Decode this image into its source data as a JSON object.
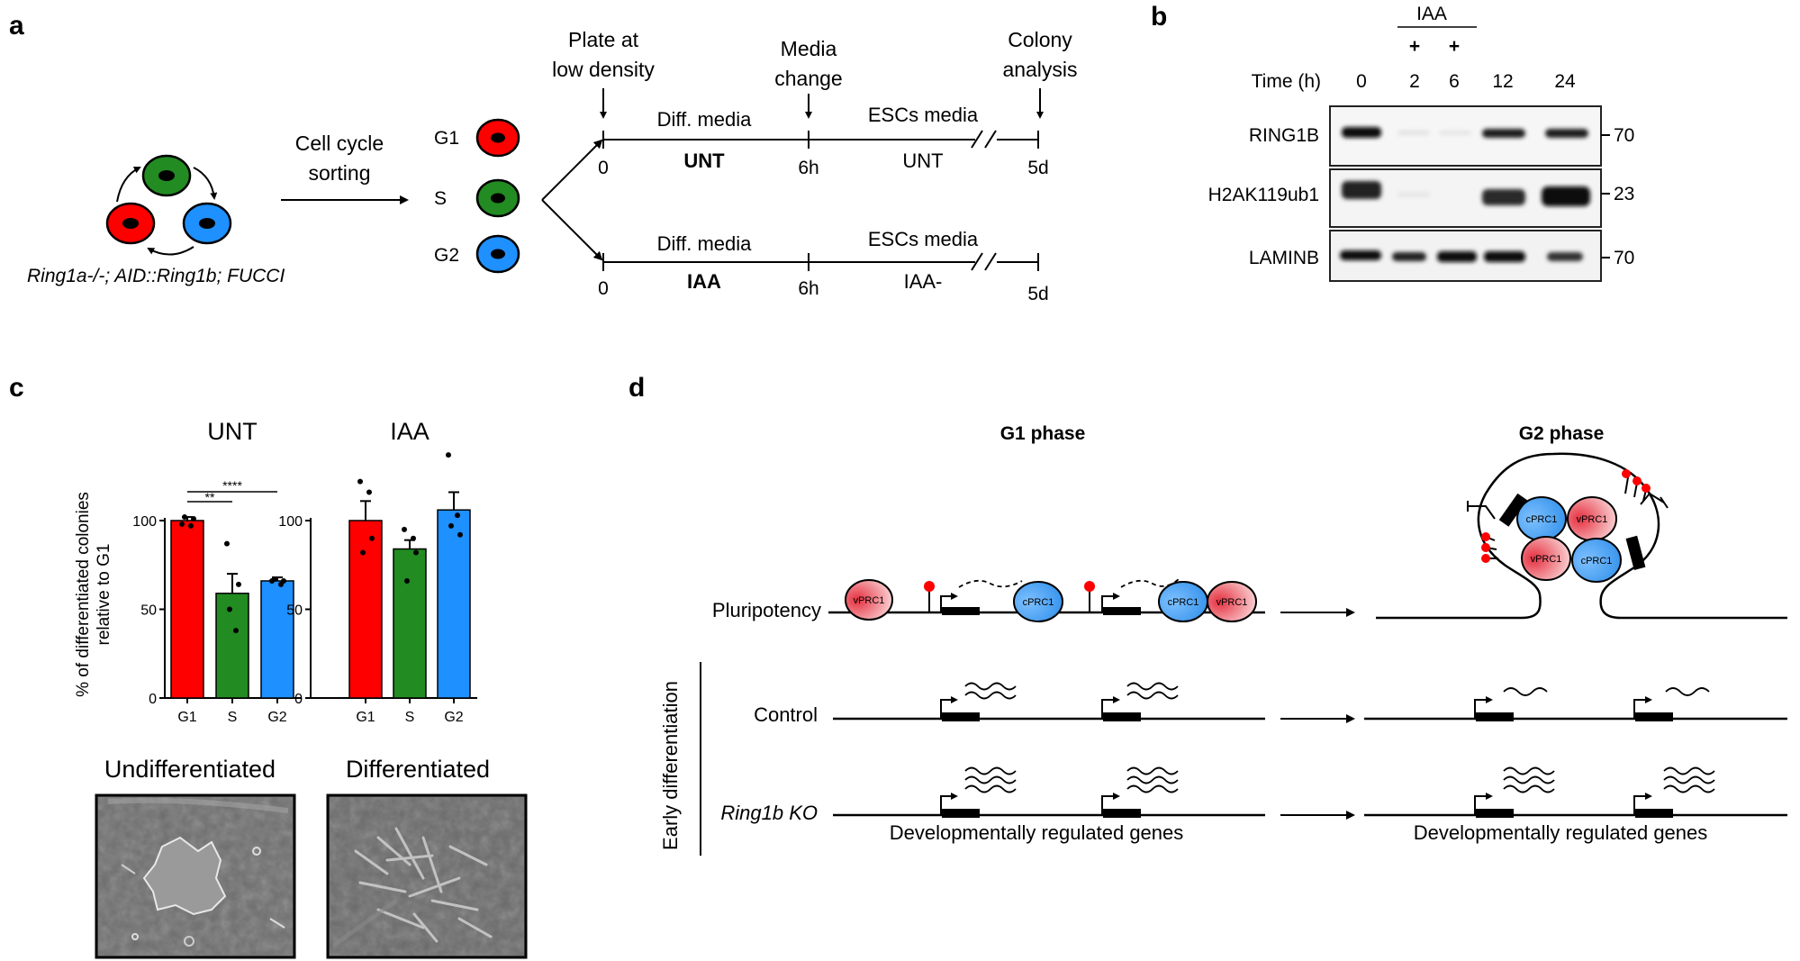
{
  "panel_a": {
    "label": "a",
    "cell_line": "Ring1a-/-; AID::Ring1b; FUCCI",
    "sorting_label": [
      "Cell cycle",
      "sorting"
    ],
    "phases": [
      "G1",
      "S",
      "G2"
    ],
    "steps": {
      "plate": [
        "Plate at",
        "low density"
      ],
      "media_change": [
        "Media",
        "change"
      ],
      "colony": [
        "Colony",
        "analysis"
      ]
    },
    "top_line": {
      "diff_media": "Diff. media",
      "condition": "UNT",
      "esc_media": "ESCs media",
      "esc_condition": "UNT"
    },
    "bottom_line": {
      "diff_media": "Diff. media",
      "condition": "IAA",
      "esc_media": "ESCs media",
      "esc_condition": "IAA-"
    },
    "times": [
      "0",
      "6h",
      "5d"
    ]
  },
  "panel_b": {
    "label": "b",
    "treatment_label": "IAA",
    "plus_signs": [
      "+",
      "+"
    ],
    "time_label": "Time (h)",
    "time_points": [
      "0",
      "2",
      "6",
      "12",
      "24"
    ],
    "blots": [
      {
        "name": "RING1B",
        "kda": "70"
      },
      {
        "name": "H2AK119ub1",
        "kda": "23"
      },
      {
        "name": "LAMINB",
        "kda": "70"
      }
    ]
  },
  "panel_c": {
    "label": "c",
    "ylabel": [
      "% of differentiated colonies",
      "relative to G1"
    ],
    "significance": [
      "**",
      "****"
    ],
    "image_labels": [
      "Undifferentiated",
      "Differentiated"
    ]
  },
  "chart_data": [
    {
      "type": "bar",
      "title": "UNT",
      "categories": [
        "G1",
        "S",
        "G2"
      ],
      "values": [
        100,
        59,
        66
      ],
      "errors": [
        2,
        11,
        2
      ],
      "points": [
        [
          98,
          97,
          102,
          101
        ],
        [
          87,
          38,
          50,
          64
        ],
        [
          66,
          64,
          67,
          66
        ]
      ],
      "colors": [
        "#ff0000",
        "#228b22",
        "#1e90ff"
      ],
      "ylim": [
        0,
        100
      ],
      "yticks": [
        0,
        50,
        100
      ]
    },
    {
      "type": "bar",
      "title": "IAA",
      "categories": [
        "G1",
        "S",
        "G2"
      ],
      "values": [
        100,
        84,
        106
      ],
      "errors": [
        11,
        5,
        10
      ],
      "points": [
        [
          122,
          116,
          82,
          90
        ],
        [
          95,
          90,
          66,
          82
        ],
        [
          137,
          103,
          97,
          92
        ]
      ],
      "colors": [
        "#ff0000",
        "#228b22",
        "#1e90ff"
      ],
      "ylim": [
        0,
        100
      ],
      "yticks": [
        0,
        50,
        100
      ]
    }
  ],
  "panel_d": {
    "label": "d",
    "g1_title": "G1 phase",
    "g2_title": "G2 phase",
    "rows": [
      "Pluripotency",
      "Control",
      "Ring1b KO"
    ],
    "side_label": "Early differentiation",
    "complexes": {
      "v": "vPRC1",
      "c": "cPRC1"
    },
    "genes_label": "Developmentally regulated genes"
  },
  "colors": {
    "red": "#ff0000",
    "green": "#228b22",
    "blue": "#1e90ff",
    "black": "#000000"
  }
}
